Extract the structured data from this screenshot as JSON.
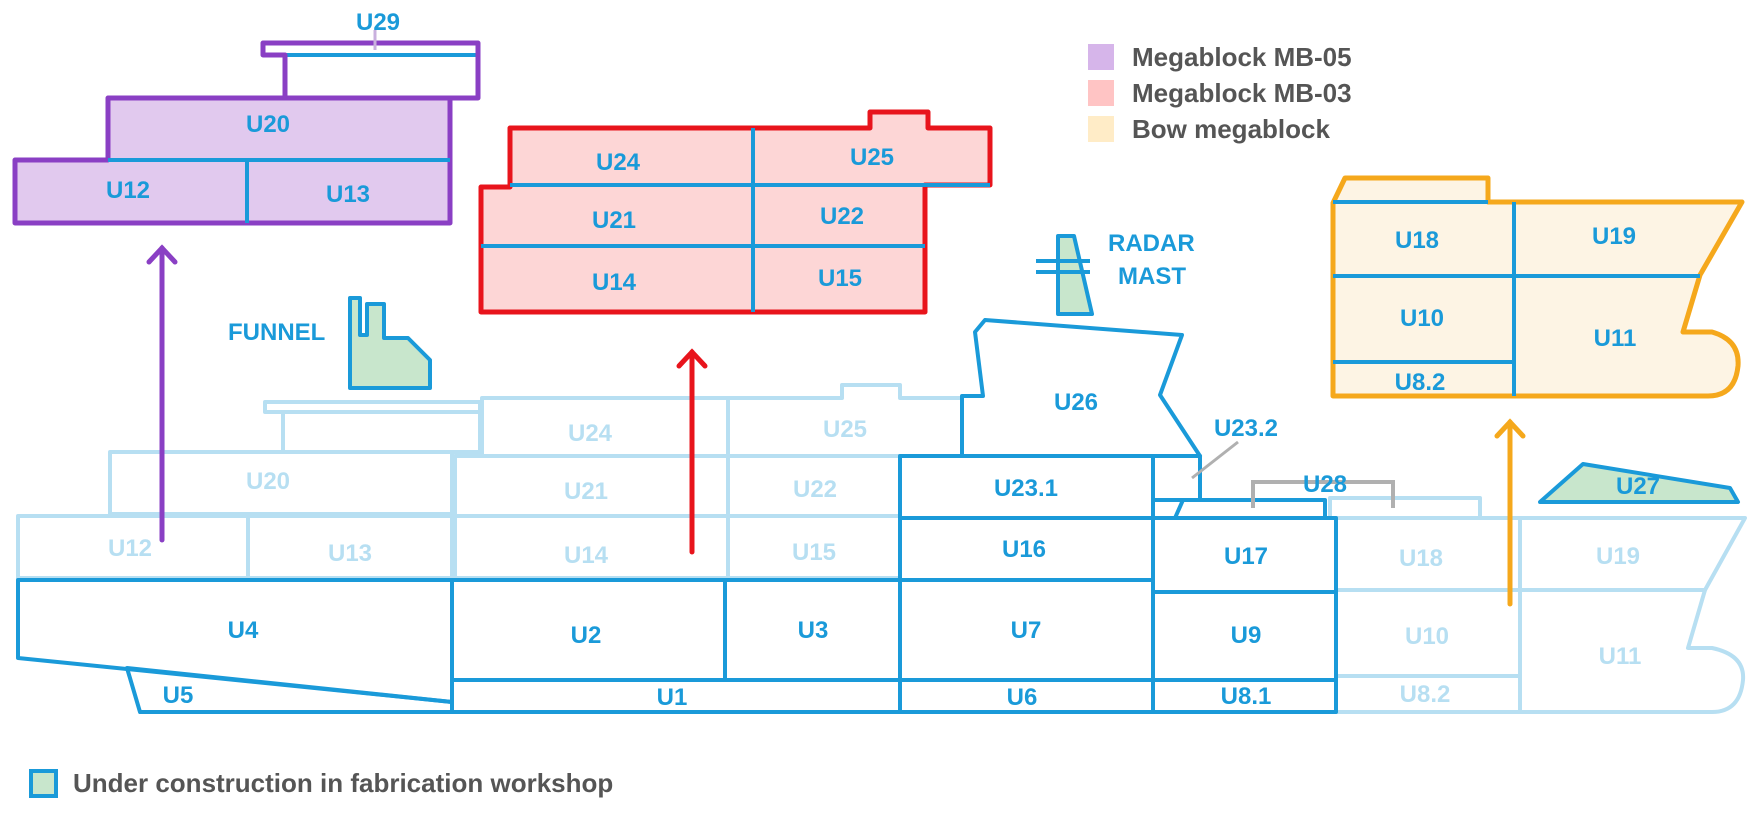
{
  "legend": {
    "items": [
      {
        "label": "Megablock MB-05",
        "color": "#d6b5ea"
      },
      {
        "label": "Megablock MB-03",
        "color": "#ffc4c4"
      },
      {
        "label": "Bow megablock",
        "color": "#ffecc7"
      }
    ],
    "workshop_label": "Under construction in fabrication workshop",
    "workshop_color": "#c8e6cc"
  },
  "colors": {
    "hull_blue": "#1a9ad9",
    "faint_blue": "#b7dff2",
    "mb05_stroke": "#8a3fc4",
    "mb05_fill": "#e1c9ee",
    "mb03_stroke": "#e8141c",
    "mb03_fill": "#fdd6d6",
    "bow_stroke": "#f5a81c",
    "bow_fill": "#fdf4e4",
    "workshop_fill": "#c8e6cc"
  },
  "callouts": {
    "funnel": "FUNNEL",
    "radar_line1": "RADAR",
    "radar_line2": "MAST"
  },
  "megablock_mb05": {
    "u29": "U29",
    "u20": "U20",
    "u12": "U12",
    "u13": "U13"
  },
  "megablock_mb03": {
    "u24": "U24",
    "u25": "U25",
    "u21": "U21",
    "u22": "U22",
    "u14": "U14",
    "u15": "U15"
  },
  "megablock_bow": {
    "u18": "U18",
    "u19": "U19",
    "u10": "U10",
    "u11": "U11",
    "u8_2": "U8.2"
  },
  "ship_faint": {
    "u24": "U24",
    "u25": "U25",
    "u20": "U20",
    "u21": "U21",
    "u22": "U22",
    "u12": "U12",
    "u13": "U13",
    "u14": "U14",
    "u15": "U15",
    "u18": "U18",
    "u19": "U19",
    "u10": "U10",
    "u11": "U11",
    "u8_2": "U8.2"
  },
  "ship_built": {
    "u26": "U26",
    "u23_2": "U23.2",
    "u23_1": "U23.1",
    "u28": "U28",
    "u27": "U27",
    "u16": "U16",
    "u17": "U17",
    "u4": "U4",
    "u2": "U2",
    "u3": "U3",
    "u7": "U7",
    "u9": "U9",
    "u5": "U5",
    "u1": "U1",
    "u6": "U6",
    "u8_1": "U8.1"
  }
}
